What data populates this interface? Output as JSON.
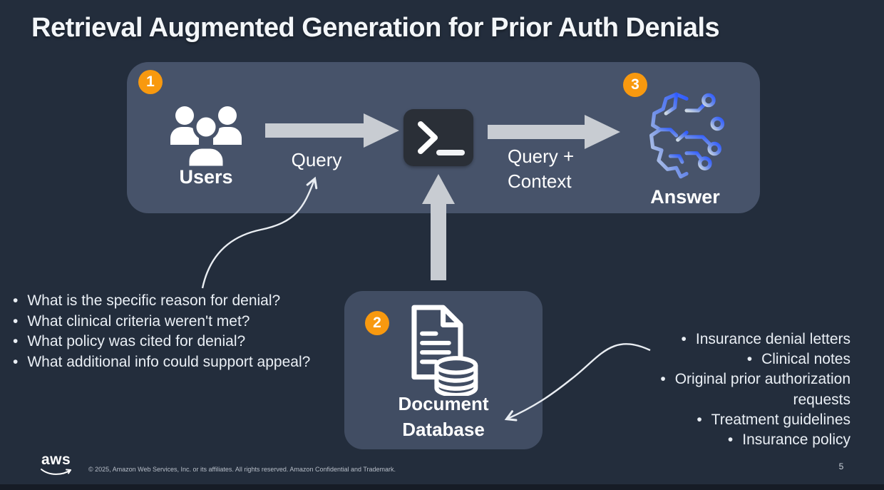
{
  "title": "Retrieval Augmented Generation for Prior Auth Denials",
  "badges": {
    "one": "1",
    "two": "2",
    "three": "3"
  },
  "pipeline": {
    "users_label": "Users",
    "query_label": "Query",
    "query_context_line1": "Query +",
    "query_context_line2": "Context",
    "answer_label": "Answer"
  },
  "document_db": {
    "label_line1": "Document",
    "label_line2": "Database"
  },
  "questions": {
    "bullet": "•",
    "items": [
      "What is the specific reason for denial?",
      "What clinical criteria weren't met?",
      "What policy was cited for denial?",
      "What additional info could support appeal?"
    ]
  },
  "sources": {
    "bullet": "•",
    "items": [
      "Insurance denial letters",
      "Clinical notes",
      "Original prior authorization requests",
      "Treatment guidelines",
      "Insurance policy"
    ]
  },
  "footer": {
    "logo": "aws",
    "copyright": "© 2025, Amazon Web Services, Inc. or its affiliates. All rights reserved. Amazon Confidential and Trademark.",
    "page_number": "5"
  },
  "colors": {
    "background": "#232d3c",
    "panel": "#47536a",
    "db_box": "#414d63",
    "badge_orange": "#f8990f",
    "arrow_gray": "#c8ccd2",
    "terminal_bg": "#2a2f37",
    "brain_blue": "#2f5bff",
    "brain_light": "#cdd9e5"
  }
}
